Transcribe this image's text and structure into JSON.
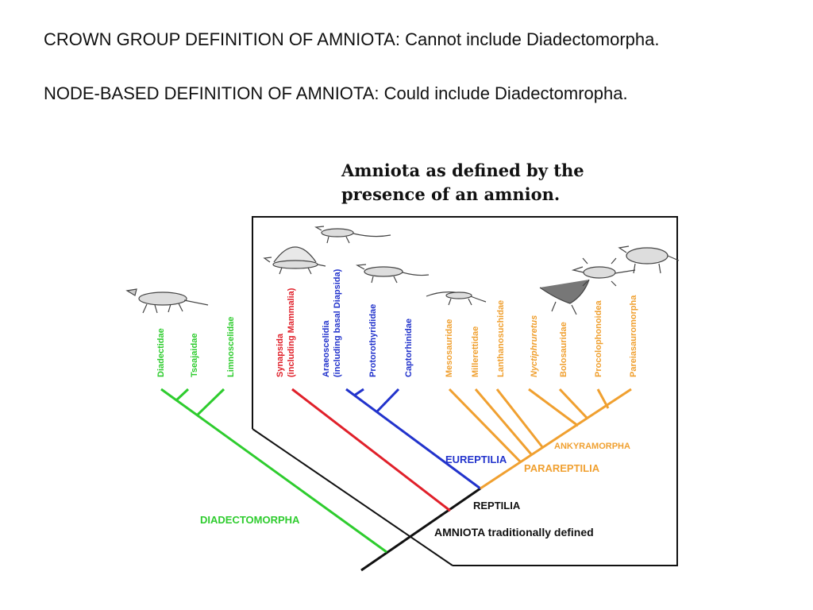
{
  "header": {
    "line1": "CROWN GROUP DEFINITION OF AMNIOTA: Cannot include Diadectomorpha.",
    "line2": "NODE-BASED DEFINITION OF AMNIOTA: Could include Diadectomropha."
  },
  "figure": {
    "title_line1": "Amniota as defined by the",
    "title_line2": "presence of an amnion",
    "title_suffix": ".",
    "taxa": {
      "diadectidae": "Diadectidae",
      "tseajaidae": "Tseajaidae",
      "limnoscelidae": "Limnoscelidae",
      "synapsida_1": "Synapsida",
      "synapsida_2": "(including Mammalia)",
      "araeoscelidia_1": "Araeoscelidia",
      "araeoscelidia_2": "(including basal Diapsida)",
      "protorothyrididae": "Protorothyrididae",
      "captorhinidae": "Captorhinidae",
      "mesosauridae": "Mesosauridae",
      "millerettidae": "Millerettidae",
      "lanthanosuchidae": "Lanthanosuchidae",
      "nycteroleter": "Nyctiphruretus",
      "bolosauridae": "Bolosauridae",
      "procolophonoidea": "Procolophonoidea",
      "pareiasauromorpha": "Pareiasauromorpha"
    },
    "clades": {
      "ankyramorpha": "ANKYRAMORPHA",
      "eureptilia": "EUREPTILIA",
      "parareptilia": "PARAREPTILIA",
      "reptilia": "REPTILIA",
      "diadectomorpha": "DIADECTOMORPHA",
      "amniota": "AMNIOTA traditionally defined"
    },
    "colors": {
      "green": "#2ecc2e",
      "red": "#e0202a",
      "blue": "#2233cc",
      "orange": "#f0a030",
      "black": "#111111"
    }
  }
}
